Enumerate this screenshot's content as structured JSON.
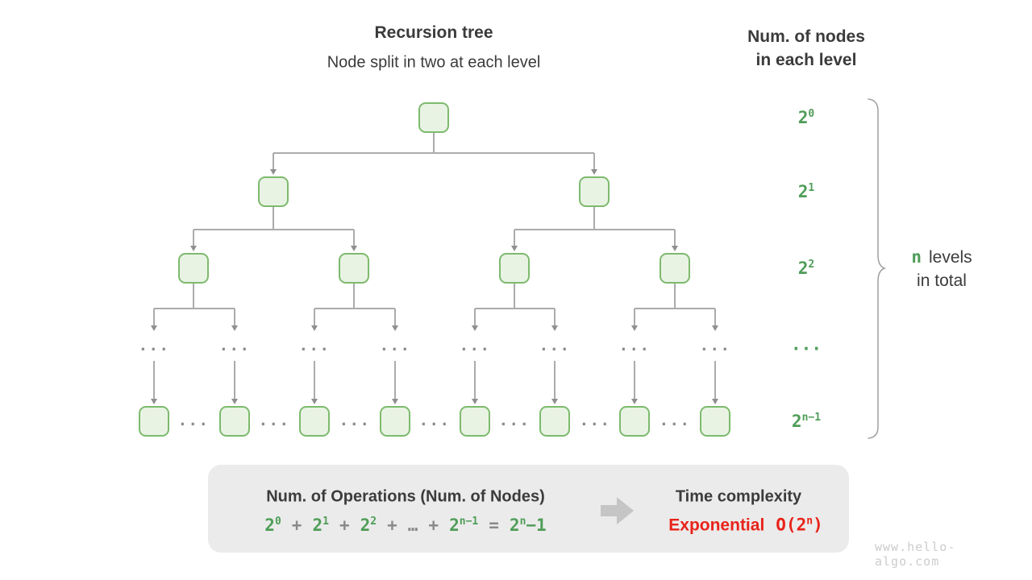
{
  "header": {
    "title": "Recursion tree",
    "subtitle": "Node split in two at each level"
  },
  "right_header": {
    "line1": "Num. of nodes",
    "line2": "in each level"
  },
  "level_labels": [
    {
      "base": "2",
      "sup": "0"
    },
    {
      "base": "2",
      "sup": "1"
    },
    {
      "base": "2",
      "sup": "2"
    },
    {
      "base": "···",
      "sup": ""
    },
    {
      "base": "2",
      "sup": "n−1"
    }
  ],
  "brace_label": {
    "n": "n",
    "levels": "levels",
    "line2": "in total"
  },
  "tree": {
    "ellipsis": "···"
  },
  "summary_box": {
    "left_title": "Num. of Operations (Num. of Nodes)",
    "formula": [
      {
        "t": "2",
        "sup": "0",
        "c": "green"
      },
      {
        "t": "+",
        "c": "gray"
      },
      {
        "t": "2",
        "sup": "1",
        "c": "green"
      },
      {
        "t": "+",
        "c": "gray"
      },
      {
        "t": "2",
        "sup": "2",
        "c": "green"
      },
      {
        "t": "+",
        "c": "gray"
      },
      {
        "t": "…",
        "c": "gray"
      },
      {
        "t": "+",
        "c": "gray"
      },
      {
        "t": "2",
        "sup": "n−1",
        "c": "green"
      },
      {
        "t": "=",
        "c": "gray"
      },
      {
        "t": "2",
        "sup": "n",
        "after": "−1",
        "c": "green"
      }
    ],
    "right_title": "Time complexity",
    "complexity": {
      "word": "Exponential",
      "big_o": {
        "pre": "O(2",
        "sup": "n",
        "post": ")"
      }
    }
  },
  "watermark": "www.hello-algo.com",
  "colors": {
    "green": "#4f9d58",
    "red": "#e8231a",
    "text_dark": "#3b3b3b",
    "node_fill": "#e9f3e4",
    "node_border": "#7dba6d",
    "line_gray": "#ababab",
    "arrow_gray": "#8f8f8f",
    "dots_gray": "#8a8a8a",
    "box_bg": "#ebebeb",
    "block_arrow": "#c5c5c5",
    "watermark_gray": "#cccccc",
    "brace_gray": "#9e9e9e"
  }
}
